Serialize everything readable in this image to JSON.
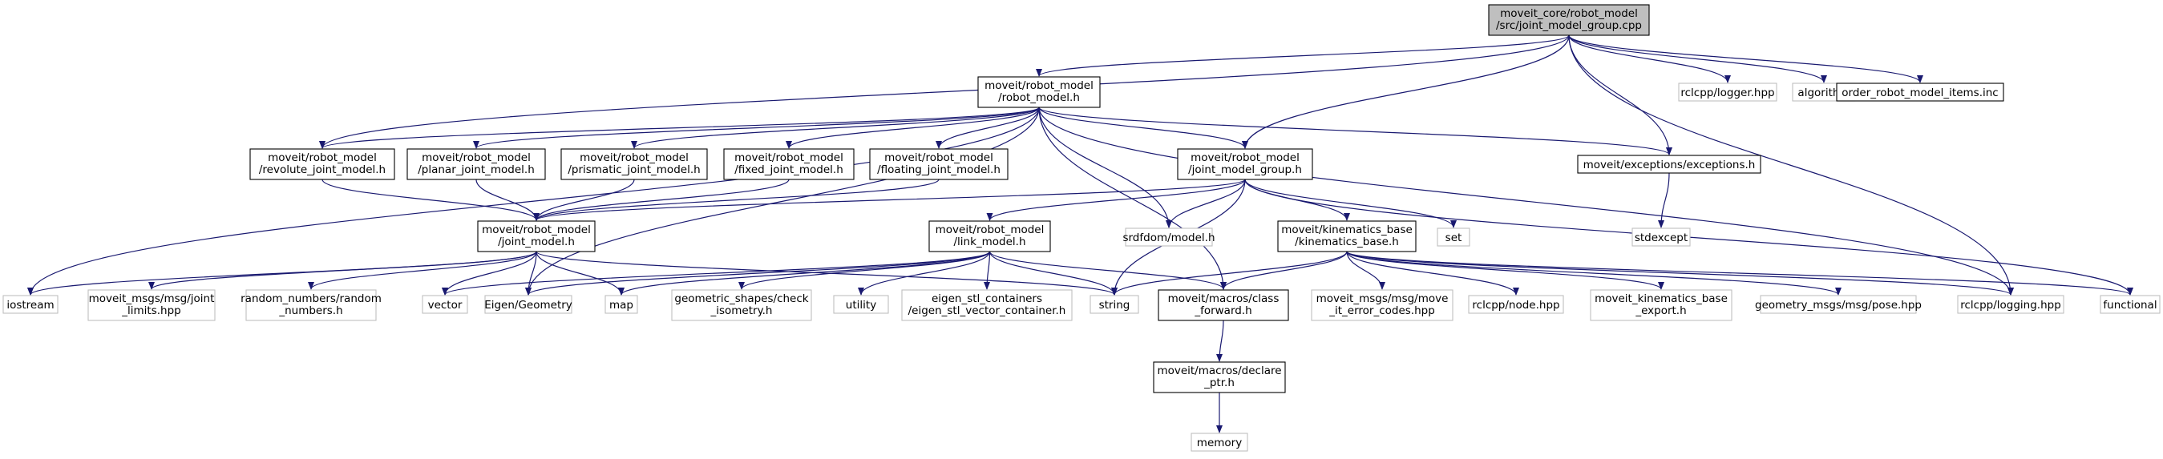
{
  "colors": {
    "edge": "#191970",
    "root_fill": "#bfbfbf",
    "root_border": "#000000",
    "documented_fill": "#ffffff",
    "documented_border": "#000000",
    "external_fill": "#ffffff",
    "external_border": "#bfbfbf",
    "text": "#000000"
  },
  "graph": {
    "title": "",
    "nodes": [
      {
        "id": "root",
        "kind": "root",
        "lines": [
          "moveit_core/robot_model",
          "/src/joint_model_group.cpp"
        ]
      },
      {
        "id": "robot_model_h",
        "kind": "documented",
        "lines": [
          "moveit/robot_model",
          "/robot_model.h"
        ]
      },
      {
        "id": "rclcpp_logger",
        "kind": "external",
        "lines": [
          "rclcpp/logger.hpp"
        ]
      },
      {
        "id": "algorithm",
        "kind": "external",
        "lines": [
          "algorithm"
        ]
      },
      {
        "id": "order_items",
        "kind": "documented",
        "lines": [
          "order_robot_model_items.inc"
        ]
      },
      {
        "id": "revolute",
        "kind": "documented",
        "lines": [
          "moveit/robot_model",
          "/revolute_joint_model.h"
        ]
      },
      {
        "id": "planar",
        "kind": "documented",
        "lines": [
          "moveit/robot_model",
          "/planar_joint_model.h"
        ]
      },
      {
        "id": "prismatic",
        "kind": "documented",
        "lines": [
          "moveit/robot_model",
          "/prismatic_joint_model.h"
        ]
      },
      {
        "id": "fixed",
        "kind": "documented",
        "lines": [
          "moveit/robot_model",
          "/fixed_joint_model.h"
        ]
      },
      {
        "id": "floating",
        "kind": "documented",
        "lines": [
          "moveit/robot_model",
          "/floating_joint_model.h"
        ]
      },
      {
        "id": "jmg_h",
        "kind": "documented",
        "lines": [
          "moveit/robot_model",
          "/joint_model_group.h"
        ]
      },
      {
        "id": "exceptions",
        "kind": "documented",
        "lines": [
          "moveit/exceptions/exceptions.h"
        ]
      },
      {
        "id": "joint_model_h",
        "kind": "documented",
        "lines": [
          "moveit/robot_model",
          "/joint_model.h"
        ]
      },
      {
        "id": "link_model_h",
        "kind": "documented",
        "lines": [
          "moveit/robot_model",
          "/link_model.h"
        ]
      },
      {
        "id": "srdfdom",
        "kind": "external",
        "lines": [
          "srdfdom/model.h"
        ]
      },
      {
        "id": "kin_base",
        "kind": "documented",
        "lines": [
          "moveit/kinematics_base",
          "/kinematics_base.h"
        ]
      },
      {
        "id": "set",
        "kind": "external",
        "lines": [
          "set"
        ]
      },
      {
        "id": "stdexcept",
        "kind": "external",
        "lines": [
          "stdexcept"
        ]
      },
      {
        "id": "iostream",
        "kind": "external",
        "lines": [
          "iostream"
        ]
      },
      {
        "id": "joint_limits",
        "kind": "external",
        "lines": [
          "moveit_msgs/msg/joint",
          "_limits.hpp"
        ]
      },
      {
        "id": "random_numbers",
        "kind": "external",
        "lines": [
          "random_numbers/random",
          "_numbers.h"
        ]
      },
      {
        "id": "vector",
        "kind": "external",
        "lines": [
          "vector"
        ]
      },
      {
        "id": "eigen_geom",
        "kind": "external",
        "lines": [
          "Eigen/Geometry"
        ]
      },
      {
        "id": "map",
        "kind": "external",
        "lines": [
          "map"
        ]
      },
      {
        "id": "geom_shapes",
        "kind": "external",
        "lines": [
          "geometric_shapes/check",
          "_isometry.h"
        ]
      },
      {
        "id": "utility",
        "kind": "external",
        "lines": [
          "utility"
        ]
      },
      {
        "id": "eigen_stl",
        "kind": "external",
        "lines": [
          "eigen_stl_containers",
          "/eigen_stl_vector_container.h"
        ]
      },
      {
        "id": "string",
        "kind": "external",
        "lines": [
          "string"
        ]
      },
      {
        "id": "class_forward",
        "kind": "documented",
        "lines": [
          "moveit/macros/class",
          "_forward.h"
        ]
      },
      {
        "id": "move_it_error",
        "kind": "external",
        "lines": [
          "moveit_msgs/msg/move",
          "_it_error_codes.hpp"
        ]
      },
      {
        "id": "rclcpp_node",
        "kind": "external",
        "lines": [
          "rclcpp/node.hpp"
        ]
      },
      {
        "id": "kin_export",
        "kind": "external",
        "lines": [
          "moveit_kinematics_base",
          "_export.h"
        ]
      },
      {
        "id": "pose",
        "kind": "external",
        "lines": [
          "geometry_msgs/msg/pose.hpp"
        ]
      },
      {
        "id": "rclcpp_logging",
        "kind": "external",
        "lines": [
          "rclcpp/logging.hpp"
        ]
      },
      {
        "id": "functional",
        "kind": "external",
        "lines": [
          "functional"
        ]
      },
      {
        "id": "declare_ptr",
        "kind": "documented",
        "lines": [
          "moveit/macros/declare",
          "_ptr.h"
        ]
      },
      {
        "id": "memory",
        "kind": "external",
        "lines": [
          "memory"
        ]
      }
    ],
    "edges": [
      [
        "root",
        "robot_model_h"
      ],
      [
        "root",
        "rclcpp_logger"
      ],
      [
        "root",
        "algorithm"
      ],
      [
        "root",
        "order_items"
      ],
      [
        "root",
        "revolute"
      ],
      [
        "root",
        "jmg_h"
      ],
      [
        "root",
        "exceptions"
      ],
      [
        "root",
        "rclcpp_logging"
      ],
      [
        "robot_model_h",
        "revolute"
      ],
      [
        "robot_model_h",
        "planar"
      ],
      [
        "robot_model_h",
        "prismatic"
      ],
      [
        "robot_model_h",
        "fixed"
      ],
      [
        "robot_model_h",
        "floating"
      ],
      [
        "robot_model_h",
        "jmg_h"
      ],
      [
        "robot_model_h",
        "exceptions"
      ],
      [
        "robot_model_h",
        "iostream"
      ],
      [
        "robot_model_h",
        "srdfdom"
      ],
      [
        "robot_model_h",
        "eigen_geom"
      ],
      [
        "robot_model_h",
        "class_forward"
      ],
      [
        "robot_model_h",
        "rclcpp_logging"
      ],
      [
        "revolute",
        "joint_model_h"
      ],
      [
        "planar",
        "joint_model_h"
      ],
      [
        "prismatic",
        "joint_model_h"
      ],
      [
        "fixed",
        "joint_model_h"
      ],
      [
        "floating",
        "joint_model_h"
      ],
      [
        "jmg_h",
        "joint_model_h"
      ],
      [
        "jmg_h",
        "link_model_h"
      ],
      [
        "jmg_h",
        "srdfdom"
      ],
      [
        "jmg_h",
        "kin_base"
      ],
      [
        "jmg_h",
        "set"
      ],
      [
        "jmg_h",
        "string"
      ],
      [
        "jmg_h",
        "functional"
      ],
      [
        "exceptions",
        "stdexcept"
      ],
      [
        "joint_model_h",
        "iostream"
      ],
      [
        "joint_model_h",
        "joint_limits"
      ],
      [
        "joint_model_h",
        "random_numbers"
      ],
      [
        "joint_model_h",
        "vector"
      ],
      [
        "joint_model_h",
        "eigen_geom"
      ],
      [
        "joint_model_h",
        "map"
      ],
      [
        "joint_model_h",
        "string"
      ],
      [
        "link_model_h",
        "vector"
      ],
      [
        "link_model_h",
        "eigen_geom"
      ],
      [
        "link_model_h",
        "map"
      ],
      [
        "link_model_h",
        "geom_shapes"
      ],
      [
        "link_model_h",
        "utility"
      ],
      [
        "link_model_h",
        "eigen_stl"
      ],
      [
        "link_model_h",
        "string"
      ],
      [
        "link_model_h",
        "class_forward"
      ],
      [
        "kin_base",
        "string"
      ],
      [
        "kin_base",
        "class_forward"
      ],
      [
        "kin_base",
        "move_it_error"
      ],
      [
        "kin_base",
        "rclcpp_node"
      ],
      [
        "kin_base",
        "kin_export"
      ],
      [
        "kin_base",
        "pose"
      ],
      [
        "kin_base",
        "rclcpp_logging"
      ],
      [
        "kin_base",
        "functional"
      ],
      [
        "class_forward",
        "declare_ptr"
      ],
      [
        "declare_ptr",
        "memory"
      ]
    ]
  }
}
